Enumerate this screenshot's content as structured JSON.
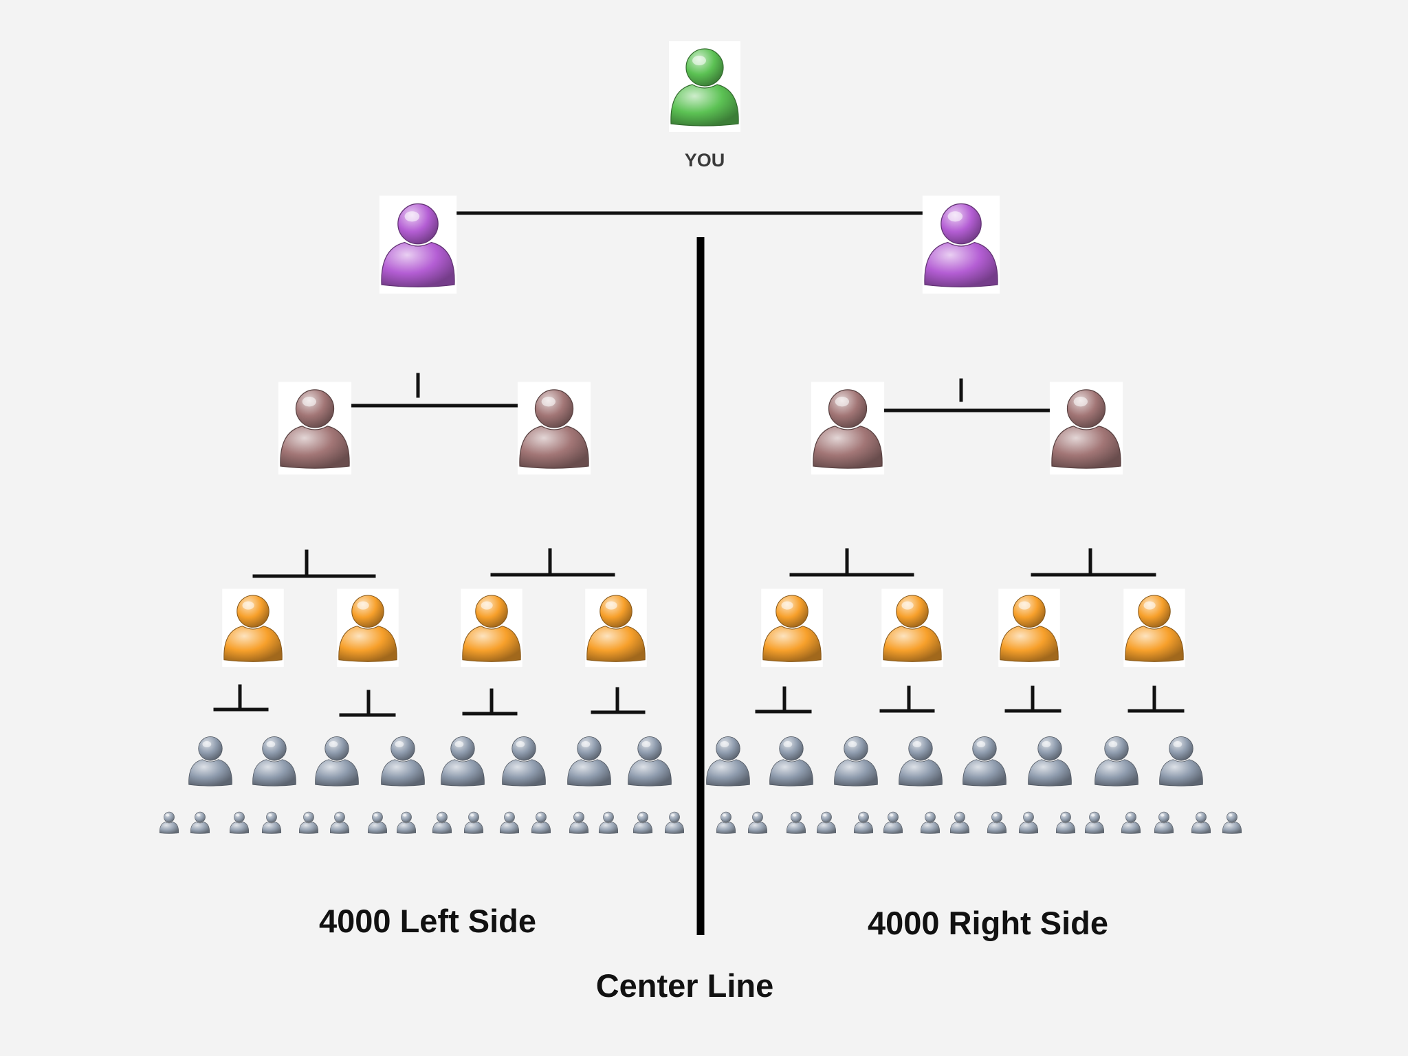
{
  "labels": {
    "you": "YOU",
    "left_side": "4000 Left Side",
    "right_side": "4000 Right Side",
    "center_line": "Center Line"
  },
  "levels": [
    {
      "name": "you",
      "color": "#5cc254",
      "count": 1
    },
    {
      "name": "level-1",
      "color": "#b45ed4",
      "count": 2
    },
    {
      "name": "level-2",
      "color": "#a27676",
      "count": 4
    },
    {
      "name": "level-3",
      "color": "#f7a02b",
      "count": 8
    },
    {
      "name": "level-4",
      "color": "#8f9cae",
      "count": 16
    },
    {
      "name": "level-5",
      "color": "#9aa6b6",
      "count": 32
    }
  ],
  "colors": {
    "connector": "#111111",
    "center_line": "#000000",
    "background": "#f3f3f3"
  }
}
